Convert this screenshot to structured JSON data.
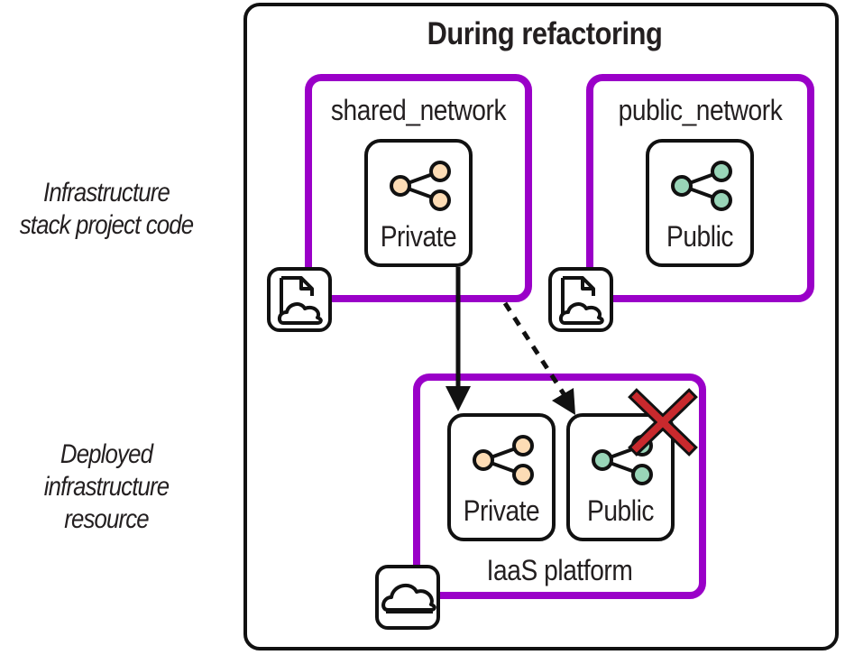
{
  "side_labels": {
    "code": [
      "Infrastructure",
      "stack project code"
    ],
    "deployed": [
      "Deployed",
      "infrastructure",
      "resource"
    ]
  },
  "diagram": {
    "title": "During refactoring",
    "stacks": [
      {
        "name": "shared_network",
        "resource": {
          "label": "Private",
          "kind": "private"
        },
        "icon": "code-file-cloud-icon"
      },
      {
        "name": "public_network",
        "resource": {
          "label": "Public",
          "kind": "public"
        },
        "icon": "code-file-cloud-icon"
      }
    ],
    "platform": {
      "name": "IaaS platform",
      "icon": "cloud-icon",
      "resources": [
        {
          "label": "Private",
          "kind": "private",
          "removed": false
        },
        {
          "label": "Public",
          "kind": "public",
          "removed": true
        }
      ]
    },
    "arrows": [
      {
        "from": "shared_network.Private",
        "to": "IaaS platform.Private",
        "style": "solid"
      },
      {
        "from": "shared_network",
        "to": "IaaS platform.Public",
        "style": "dashed"
      }
    ]
  },
  "colors": {
    "stack_border": "#9a00c8",
    "private_node": "#fddcb5",
    "public_node": "#99d5b8",
    "remove_mark": "#c8292d",
    "frame": "#111111"
  }
}
